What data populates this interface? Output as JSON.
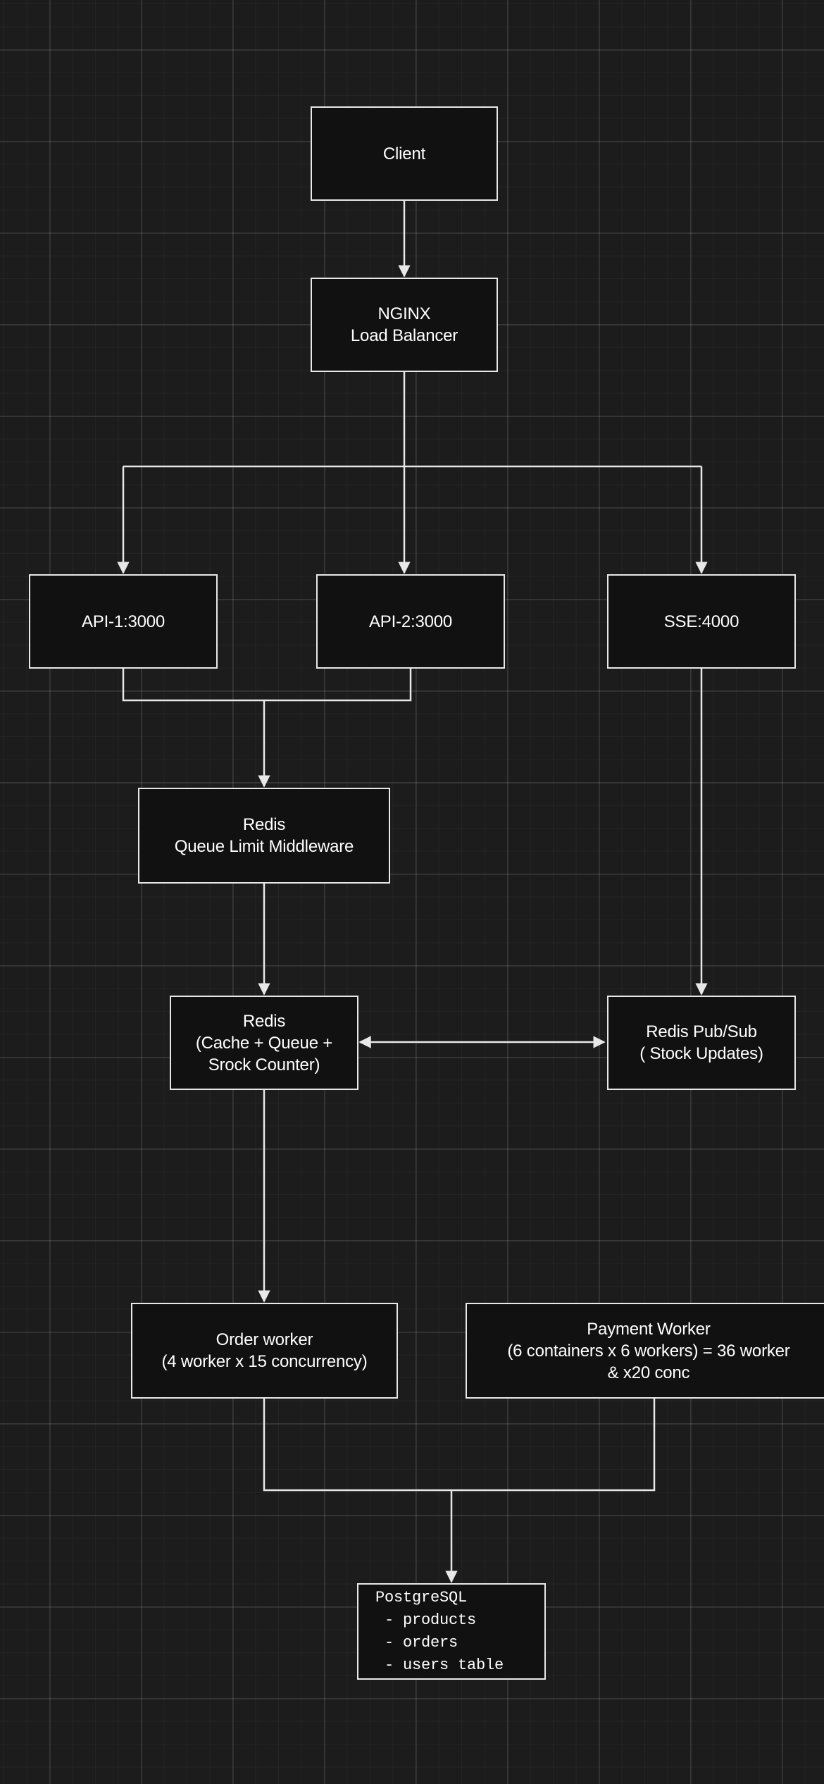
{
  "diagram": {
    "nodes": {
      "client": {
        "lines": [
          "Client"
        ]
      },
      "nginx": {
        "lines": [
          "NGINX",
          "Load Balancer"
        ]
      },
      "api1": {
        "lines": [
          "API-1:3000"
        ]
      },
      "api2": {
        "lines": [
          "API-2:3000"
        ]
      },
      "sse": {
        "lines": [
          "SSE:4000"
        ]
      },
      "redis_queue_limit": {
        "lines": [
          "Redis",
          "Queue Limit Middleware"
        ]
      },
      "redis_cache": {
        "lines": [
          "Redis",
          "(Cache + Queue +",
          "Srock Counter)"
        ]
      },
      "redis_pubsub": {
        "lines": [
          "Redis Pub/Sub",
          "( Stock Updates)"
        ]
      },
      "order_worker": {
        "lines": [
          "Order worker",
          "(4 worker x 15 concurrency)"
        ]
      },
      "payment_worker": {
        "lines": [
          "Payment Worker",
          "(6 containers x 6 workers) = 36 worker",
          "& x20 conc"
        ]
      },
      "postgres": {
        "lines": [
          "PostgreSQL",
          " - products",
          " - orders",
          " - users table"
        ]
      }
    },
    "edges": [
      {
        "from": "client",
        "to": "nginx"
      },
      {
        "from": "nginx",
        "to": "api1"
      },
      {
        "from": "nginx",
        "to": "api2"
      },
      {
        "from": "nginx",
        "to": "sse"
      },
      {
        "from": "api1",
        "to": "redis_queue_limit"
      },
      {
        "from": "api2",
        "to": "redis_queue_limit"
      },
      {
        "from": "redis_queue_limit",
        "to": "redis_cache"
      },
      {
        "from": "sse",
        "to": "redis_pubsub"
      },
      {
        "from": "redis_cache",
        "to": "redis_pubsub",
        "bidirectional": true
      },
      {
        "from": "redis_cache",
        "to": "order_worker"
      },
      {
        "from": "order_worker",
        "to": "postgres"
      },
      {
        "from": "payment_worker",
        "to": "postgres"
      }
    ],
    "colors": {
      "background": "#1c1c1c",
      "node_fill": "#111111",
      "stroke": "#e8e8e8",
      "text": "#ffffff"
    }
  }
}
